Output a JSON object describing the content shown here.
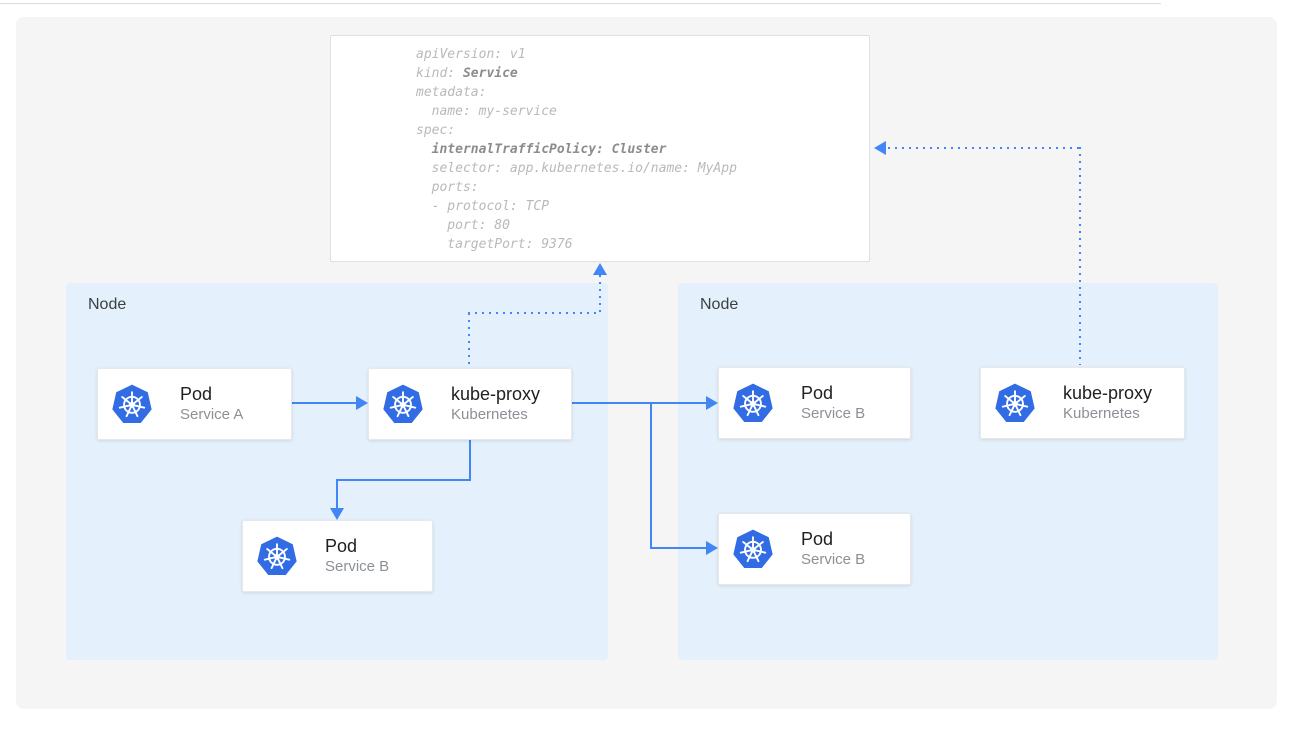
{
  "colors": {
    "accent": "#4285f4",
    "k8s_blue": "#326ce5",
    "node_bg": "#e4f1fc",
    "canvas_bg": "#f5f5f6",
    "card_border": "#e8e8e8",
    "card_title": "#212121",
    "card_subtitle": "#8b9197",
    "node_label": "#3c4043",
    "code_regular": "#b9b9b9",
    "code_bold": "#8c8c8c",
    "yaml_card_border": "#e0e0e0",
    "divider": "#dcdcdc"
  },
  "yaml_card": {
    "lines": [
      [
        {
          "t": "apiVersion: v1",
          "b": false
        }
      ],
      [
        {
          "t": "kind: ",
          "b": false
        },
        {
          "t": "Service",
          "b": true
        }
      ],
      [
        {
          "t": "metadata:",
          "b": false
        }
      ],
      [
        {
          "t": "  name: my-service",
          "b": false
        }
      ],
      [
        {
          "t": "spec:",
          "b": false
        }
      ],
      [
        {
          "t": "  ",
          "b": false
        },
        {
          "t": "internalTrafficPolicy: Cluster",
          "b": true
        }
      ],
      [
        {
          "t": "  selector: app.kubernetes.io/name: MyApp",
          "b": false
        }
      ],
      [
        {
          "t": "  ports:",
          "b": false
        }
      ],
      [
        {
          "t": "  - protocol: TCP",
          "b": false
        }
      ],
      [
        {
          "t": "    port: 80",
          "b": false
        }
      ],
      [
        {
          "t": "    targetPort: 9376",
          "b": false
        }
      ]
    ]
  },
  "nodes": {
    "left": {
      "label": "Node"
    },
    "right": {
      "label": "Node"
    }
  },
  "cards": {
    "pod_a": {
      "title": "Pod",
      "subtitle": "Service A"
    },
    "kube_proxy_left": {
      "title": "kube-proxy",
      "subtitle": "Kubernetes"
    },
    "pod_b_left": {
      "title": "Pod",
      "subtitle": "Service B"
    },
    "pod_b_right_top": {
      "title": "Pod",
      "subtitle": "Service B"
    },
    "kube_proxy_right": {
      "title": "kube-proxy",
      "subtitle": "Kubernetes"
    },
    "pod_b_right_bottom": {
      "title": "Pod",
      "subtitle": "Service B"
    }
  }
}
